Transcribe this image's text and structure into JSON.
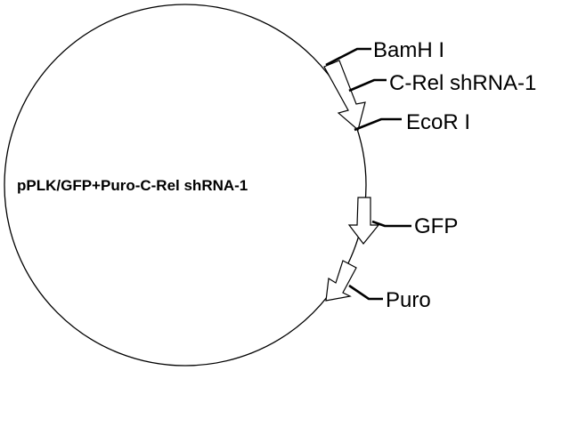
{
  "plasmid": {
    "name": "pPLK/GFP+Puro-C-Rel shRNA-1"
  },
  "sites": {
    "bamhi": "BamH I",
    "ecori": "EcoR I"
  },
  "features": {
    "shrna": "C-Rel shRNA-1",
    "gfp": "GFP",
    "puro": "Puro"
  },
  "colors": {
    "line": "#000000",
    "fill": "#ffffff",
    "background": "#ffffff"
  }
}
